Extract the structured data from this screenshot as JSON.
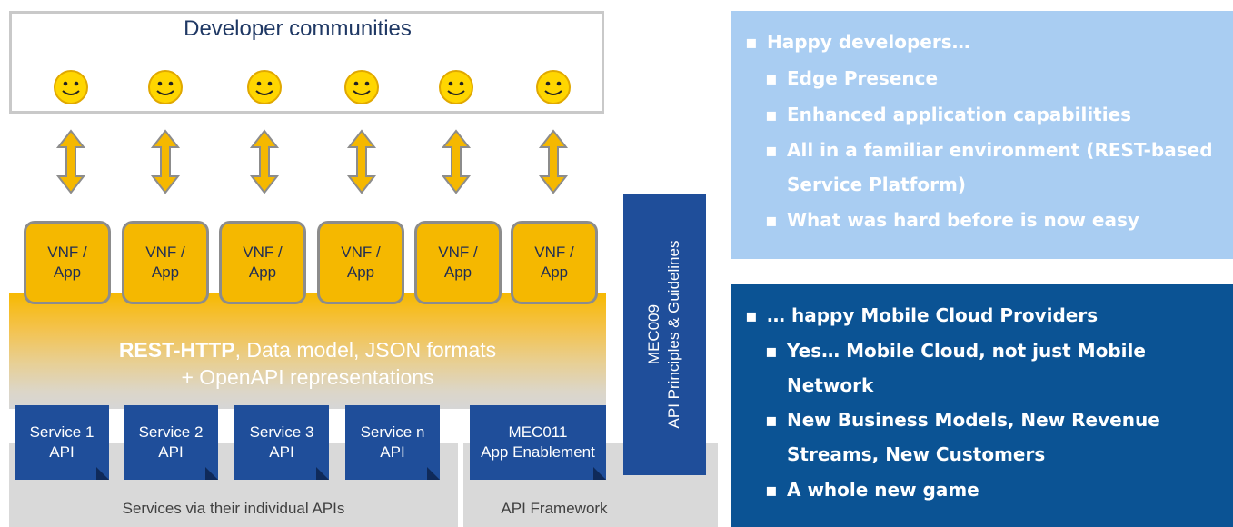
{
  "diagram": {
    "developer_box": {
      "title": "Developer communities"
    },
    "vnf_boxes": [
      {
        "line1": "VNF /",
        "line2": "App"
      },
      {
        "line1": "VNF /",
        "line2": "App"
      },
      {
        "line1": "VNF /",
        "line2": "App"
      },
      {
        "line1": "VNF /",
        "line2": "App"
      },
      {
        "line1": "VNF /",
        "line2": "App"
      },
      {
        "line1": "VNF /",
        "line2": "App"
      }
    ],
    "rest_band": {
      "line1_bold": "REST-HTTP",
      "line1_rest": ", Data model, JSON formats",
      "line2": "+ OpenAPI representations"
    },
    "services": [
      {
        "line1": "Service 1",
        "line2": "API"
      },
      {
        "line1": "Service 2",
        "line2": "API"
      },
      {
        "line1": "Service 3",
        "line2": "API"
      },
      {
        "line1": "Service n",
        "line2": "API"
      }
    ],
    "mec011": {
      "line1": "MEC011",
      "line2": "App Enablement"
    },
    "mec009": {
      "line1": "MEC009",
      "line2": "API Principles & Guidelines"
    },
    "bottom_labels": {
      "services": "Services via their individual APIs",
      "framework": "API Framework"
    },
    "colors": {
      "yellow": "#f5b800",
      "blue": "#1f4e9a",
      "gray": "#d9d9d9"
    },
    "icons": {
      "developer": "smiley-icon",
      "link": "double-arrow-icon"
    }
  },
  "panels": {
    "developers": {
      "heading": "Happy developers…",
      "items": [
        "Edge Presence",
        "Enhanced application capabilities",
        "All in a familiar environment (REST-based Service Platform)",
        "What was hard before is now easy"
      ]
    },
    "providers": {
      "heading": "… happy Mobile Cloud Providers",
      "items": [
        "Yes…  Mobile Cloud, not just Mobile Network",
        "New Business Models, New Revenue Streams, New Customers",
        "A whole new game"
      ]
    }
  }
}
